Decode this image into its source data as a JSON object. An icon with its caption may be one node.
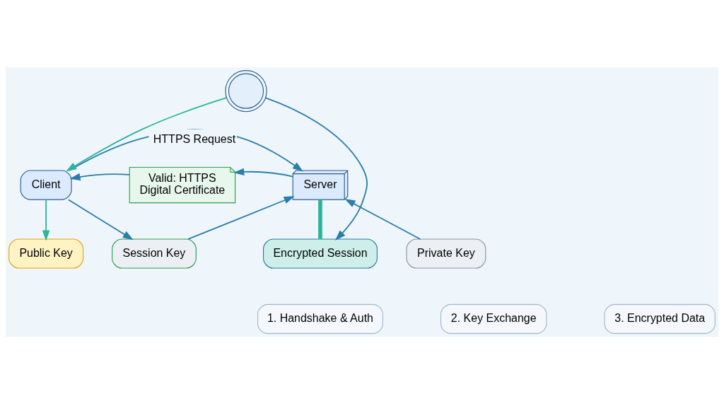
{
  "diagram": {
    "nodes": [
      {
        "text": [
          "Client"
        ]
      },
      {
        "text": [
          "Server"
        ]
      },
      {
        "text": [
          "Valid: HTTPS",
          "Digital Certificate"
        ]
      },
      {
        "text": [
          "Public Key"
        ]
      },
      {
        "text": [
          "Private Key"
        ]
      },
      {
        "text": [
          "Session Key"
        ]
      },
      {
        "text": [
          "Encrypted Session"
        ]
      },
      {
        "text": [],
        "shape": "picture"
      },
      {
        "text": [
          "1. Handshake & Auth"
        ]
      },
      {
        "text": [
          "2. Key Exchange"
        ]
      },
      {
        "text": [
          "3. Encrypted Data"
        ]
      }
    ],
    "edges": [
      {
        "from": 0,
        "to": 1,
        "arrow": "to",
        "label": "HTTPS Request"
      },
      {
        "from": 1,
        "to": 2,
        "arrow": "to"
      },
      {
        "from": 2,
        "to": 0,
        "arrow": "to"
      },
      {
        "from": 0,
        "to": 3,
        "arrow": "to",
        "color": "#2bb59a"
      },
      {
        "from": 4,
        "to": 1,
        "arrow": "to"
      },
      {
        "from": 0,
        "to": 5,
        "arrow": "to"
      },
      {
        "from": 5,
        "to": 1,
        "arrow": "to"
      },
      {
        "from": 7,
        "to": 0,
        "arrow": "to",
        "color": "#2bb59a"
      },
      {
        "from": 7,
        "to": 6,
        "arrow": "to"
      },
      {
        "from": 1,
        "to": 6,
        "arrow": "none",
        "style": "thick",
        "color": "#2bb59a"
      }
    ]
  }
}
